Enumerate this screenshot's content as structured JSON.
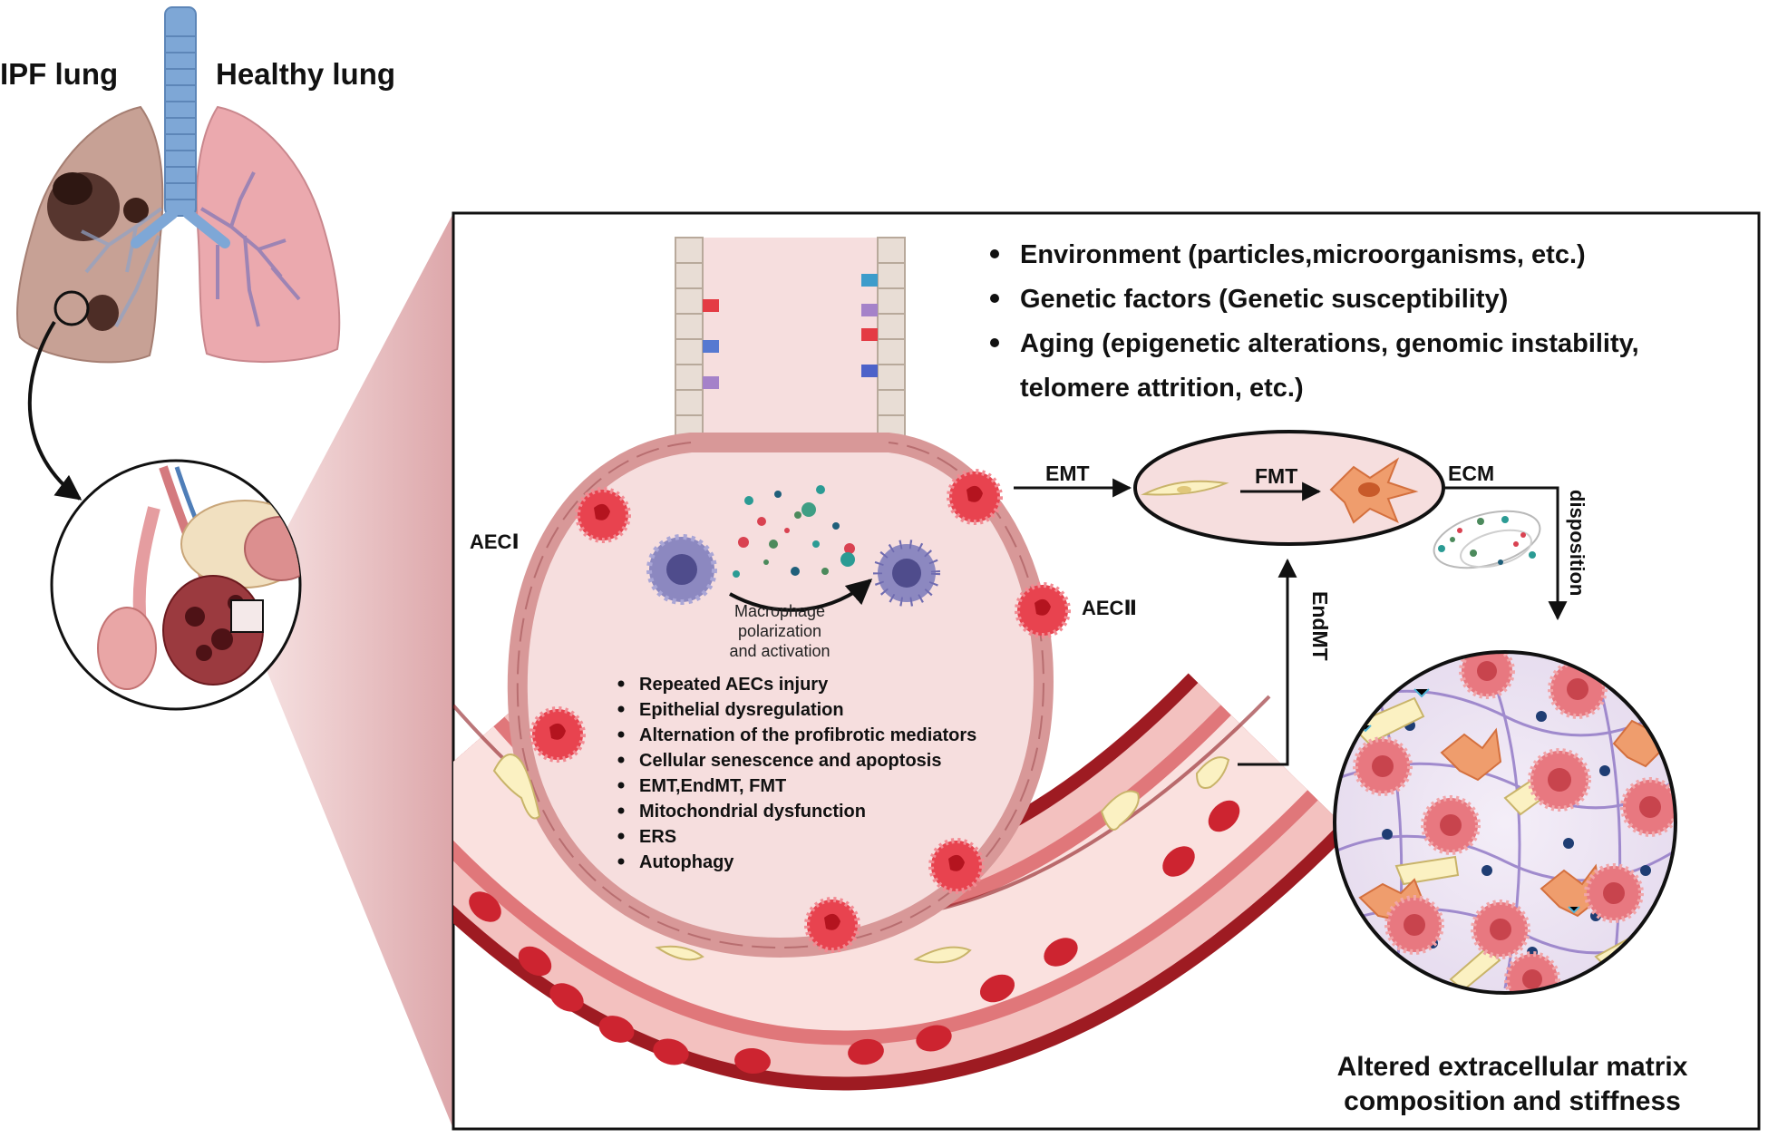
{
  "labels": {
    "ipf_lung": "IPF lung",
    "healthy_lung": "Healthy lung",
    "aec1": "AECⅠ",
    "aec2": "AECⅡ",
    "macrophage_line1": "Macrophage",
    "macrophage_line2": "polarization",
    "macrophage_line3": "and activation",
    "emt": "EMT",
    "fmt": "FMT",
    "ecm": "ECM",
    "disposition": "disposition",
    "endmt": "EndMT",
    "ecm_caption_line1": "Altered extracellular matrix",
    "ecm_caption_line2": "composition and stiffness"
  },
  "risk_factors": [
    "Environment (particles,microorganisms, etc.)",
    "Genetic factors (Genetic susceptibility)",
    "Aging (epigenetic alterations, genomic instability,",
    "telomere attrition, etc.)"
  ],
  "mechanisms": [
    "Repeated AECs injury",
    "Epithelial dysregulation",
    "Alternation of the profibrotic mediators",
    "Cellular senescence and apoptosis",
    "EMT,EndMT, FMT",
    "Mitochondrial dysfunction",
    "ERS",
    "Autophagy"
  ],
  "colors": {
    "cell_red": "#e8434f",
    "cell_red_dark": "#b4141f",
    "vessel_dark": "#9e1b22",
    "alveolus_fill": "#f6dede",
    "tissue_pink": "#f1b9b8",
    "macrophage": "#7e7ab8",
    "fibroblast_yellow": "#fbf1c2",
    "myofibroblast_orange": "#ef9d6d",
    "lung_pink": "#e9a3aa",
    "lung_diseased": "#c8a89a",
    "trachea_blue": "#7ea7d6"
  }
}
